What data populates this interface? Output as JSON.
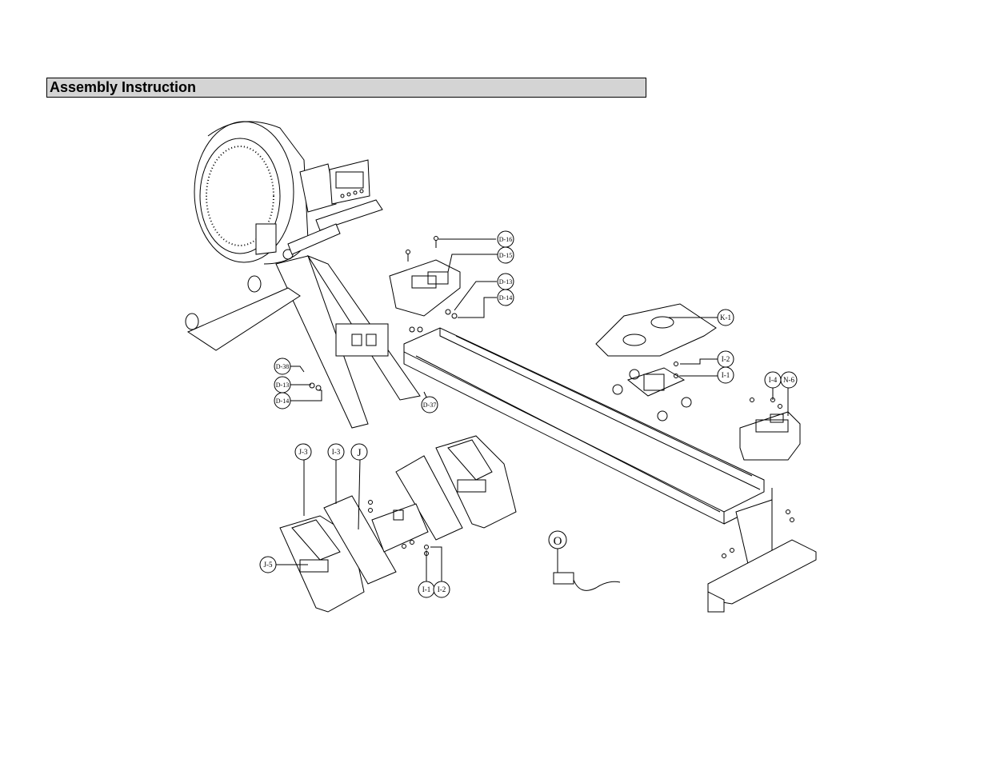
{
  "page": {
    "title": "Assembly Instruction"
  },
  "callouts": [
    {
      "id": "d16",
      "label": "D-16"
    },
    {
      "id": "d15",
      "label": "D-15"
    },
    {
      "id": "d13a",
      "label": "D-13"
    },
    {
      "id": "d14a",
      "label": "D-14"
    },
    {
      "id": "k1",
      "label": "K-1"
    },
    {
      "id": "i2a",
      "label": "I-2"
    },
    {
      "id": "i1a",
      "label": "I-1"
    },
    {
      "id": "i4",
      "label": "I-4"
    },
    {
      "id": "n6",
      "label": "N-6"
    },
    {
      "id": "d38",
      "label": "D-38"
    },
    {
      "id": "d13b",
      "label": "D-13"
    },
    {
      "id": "d14b",
      "label": "D-14"
    },
    {
      "id": "d37",
      "label": "D-37"
    },
    {
      "id": "j3",
      "label": "J-3"
    },
    {
      "id": "i3",
      "label": "I-3"
    },
    {
      "id": "j",
      "label": "J"
    },
    {
      "id": "j5",
      "label": "J-5"
    },
    {
      "id": "i1b",
      "label": "I-1"
    },
    {
      "id": "i2b",
      "label": "I-2"
    },
    {
      "id": "o",
      "label": "O"
    }
  ]
}
